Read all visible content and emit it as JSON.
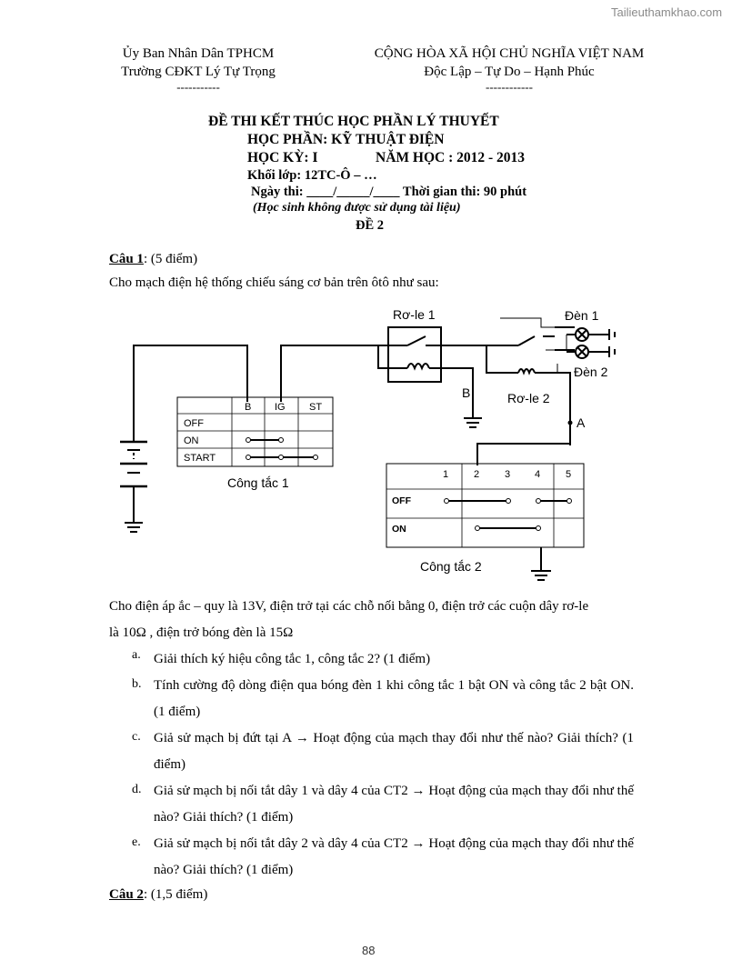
{
  "watermark": "Tailieuthamkhao.com",
  "header": {
    "left_line1": "Ủy Ban Nhân Dân TPHCM",
    "left_line2": "Trường CĐKT Lý Tự Trọng",
    "left_dashes": "-----------",
    "right_line1": "CỘNG HÒA XÃ HỘI CHỦ NGHĨA VIỆT NAM",
    "right_line2": "Độc Lập – Tự Do – Hạnh Phúc",
    "right_dashes": "------------"
  },
  "exam": {
    "title": "ĐỀ THI KẾT THÚC HỌC PHẦN LÝ THUYẾT",
    "course": "HỌC PHẦN: KỸ THUẬT ĐIỆN",
    "semester": "HỌC KỲ: I",
    "year": "NĂM HỌC :  2012 - 2013",
    "class": "Khối lớp:  12TC-Ô – …",
    "date": "Ngày thi: ____/_____/____ Thời gian thi: 90 phút",
    "note": "(Học sinh không được sử dụng tài liệu)",
    "version": "ĐỀ 2"
  },
  "q1": {
    "label": "Câu 1",
    "points": ": (5 điểm)",
    "intro": "Cho mạch điện hệ thống chiếu sáng cơ bản trên ôtô như sau:",
    "given_line1": "Cho điện áp ắc – quy là 13V, điện trở tại các chỗ nối bằng 0, điện trở các cuộn dây rơ-le",
    "given_line2": "là 10Ω , điện trở bóng đèn là 15Ω",
    "items": [
      {
        "letter": "a.",
        "text": "Giải thích ký hiệu công tắc 1, công tắc 2? (1 điểm)"
      },
      {
        "letter": "b.",
        "text": "Tính cường độ dòng điện qua bóng đèn 1 khi công tắc 1 bật ON và công tắc 2 bật ON. (1 điểm)"
      },
      {
        "letter": "c.",
        "text": "Giả sử mạch bị đứt tại A → Hoạt động của mạch thay đổi như thế nào? Giải thích? (1 điểm)"
      },
      {
        "letter": "d.",
        "text": "Giả sử mạch bị nối tắt dây 1 và dây 4 của CT2 → Hoạt động của mạch thay đổi như thế nào? Giải thích? (1 điểm)"
      },
      {
        "letter": "e.",
        "text": "Giả sử mạch bị nối tắt dây 2 và dây 4 của CT2 → Hoạt động của mạch thay đổi như thế nào? Giải thích? (1 điểm)"
      }
    ]
  },
  "q2": {
    "label": "Câu 2",
    "points": ": (1,5 điểm)"
  },
  "diagram": {
    "relay1": "Rơ-le 1",
    "relay2": "Rơ-le 2",
    "lamp1": "Đèn 1",
    "lamp2": "Đèn 2",
    "point_b": "B",
    "point_a": "A",
    "switch1": {
      "caption": "Công tắc 1",
      "cols": [
        "B",
        "IG",
        "ST"
      ],
      "rows": [
        "OFF",
        "ON",
        "START"
      ]
    },
    "switch2": {
      "caption": "Công tắc 2",
      "cols": [
        "1",
        "2",
        "3",
        "4",
        "5"
      ],
      "rows": [
        "OFF",
        "ON"
      ]
    }
  },
  "page_number": "88"
}
